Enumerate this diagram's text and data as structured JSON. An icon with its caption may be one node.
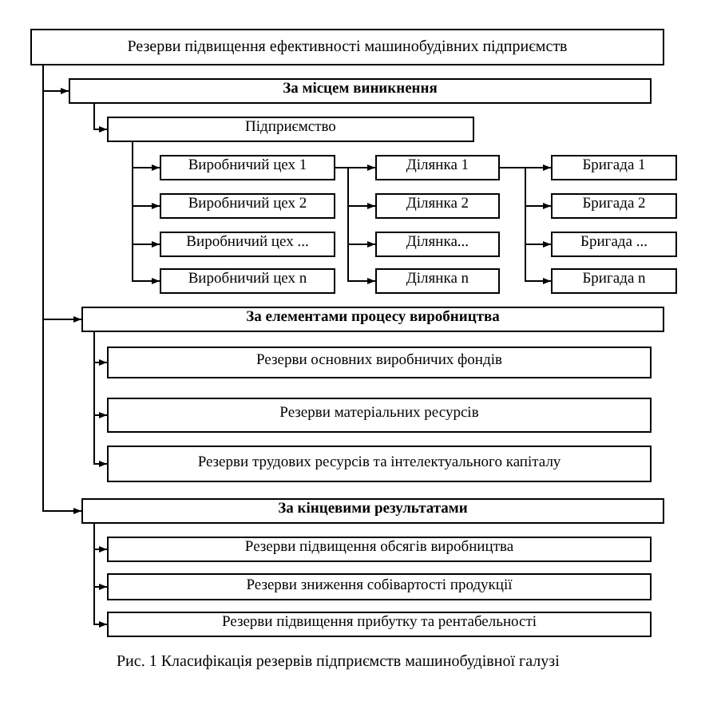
{
  "diagram": {
    "caption": "Рис. 1 Класифікація резервів підприємств машинобудівної галузі",
    "nodes": [
      {
        "text": [
          "Резерви підвищення ефективності машинобудівних підприємств"
        ]
      },
      {
        "text": [
          "За місцем виникнення"
        ]
      },
      {
        "text": [
          "Підприємство"
        ]
      },
      {
        "text": [
          "Виробничий цех 1"
        ]
      },
      {
        "text": [
          "Виробничий цех 2"
        ]
      },
      {
        "text": [
          "Виробничий цех ..."
        ]
      },
      {
        "text": [
          "Виробничий цех n"
        ]
      },
      {
        "text": [
          "Ділянка 1"
        ]
      },
      {
        "text": [
          "Ділянка 2"
        ]
      },
      {
        "text": [
          "Ділянка..."
        ]
      },
      {
        "text": [
          "Ділянка n"
        ]
      },
      {
        "text": [
          "Бригада 1"
        ]
      },
      {
        "text": [
          "Бригада 2"
        ]
      },
      {
        "text": [
          "Бригада ..."
        ]
      },
      {
        "text": [
          "Бригада n"
        ]
      },
      {
        "text": [
          "За елементами процесу виробництва"
        ]
      },
      {
        "text": [
          "Резерви основних виробничих фондів"
        ]
      },
      {
        "text": [
          "Резерви матеріальних ресурсів"
        ]
      },
      {
        "text": [
          "Резерви трудових ресурсів та інтелектуального капіталу"
        ]
      },
      {
        "text": [
          "За кінцевими результатами"
        ]
      },
      {
        "text": [
          "Резерви підвищення обсягів виробництва"
        ]
      },
      {
        "text": [
          "Резерви зниження собівартості продукції"
        ]
      },
      {
        "text": [
          "Резерви підвищення прибутку та рентабельності"
        ]
      }
    ],
    "edges": [
      {
        "from": 0,
        "to": 1,
        "arrow": "to"
      },
      {
        "from": 0,
        "to": 15,
        "arrow": "to"
      },
      {
        "from": 0,
        "to": 19,
        "arrow": "to"
      },
      {
        "from": 1,
        "to": 2,
        "arrow": "to"
      },
      {
        "from": 2,
        "to": 3,
        "arrow": "to"
      },
      {
        "from": 2,
        "to": 4,
        "arrow": "to"
      },
      {
        "from": 2,
        "to": 5,
        "arrow": "to"
      },
      {
        "from": 2,
        "to": 6,
        "arrow": "to"
      },
      {
        "from": 3,
        "to": 7,
        "arrow": "to"
      },
      {
        "from": 3,
        "to": 8,
        "arrow": "to"
      },
      {
        "from": 3,
        "to": 9,
        "arrow": "to"
      },
      {
        "from": 3,
        "to": 10,
        "arrow": "to"
      },
      {
        "from": 7,
        "to": 11,
        "arrow": "to"
      },
      {
        "from": 7,
        "to": 12,
        "arrow": "to"
      },
      {
        "from": 7,
        "to": 13,
        "arrow": "to"
      },
      {
        "from": 7,
        "to": 14,
        "arrow": "to"
      },
      {
        "from": 15,
        "to": 16,
        "arrow": "to"
      },
      {
        "from": 15,
        "to": 17,
        "arrow": "to"
      },
      {
        "from": 15,
        "to": 18,
        "arrow": "to"
      },
      {
        "from": 19,
        "to": 20,
        "arrow": "to"
      },
      {
        "from": 19,
        "to": 21,
        "arrow": "to"
      },
      {
        "from": 19,
        "to": 22,
        "arrow": "to"
      }
    ]
  }
}
